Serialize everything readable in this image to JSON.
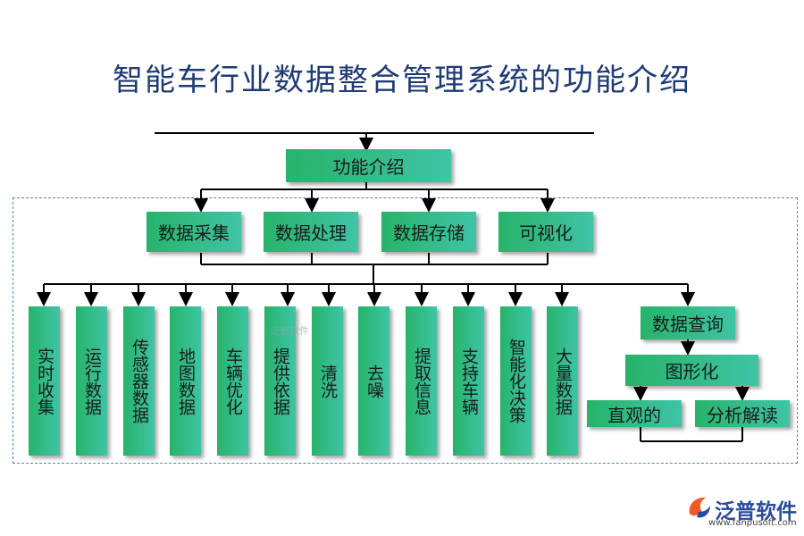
{
  "title": "智能车行业数据整合管理系统的功能介绍",
  "root": "功能介绍",
  "level2": [
    "数据采集",
    "数据处理",
    "数据存储",
    "可视化"
  ],
  "leaves": [
    "实时收集",
    "运行数据",
    "传感器数据",
    "地图数据",
    "车辆优化",
    "提供依据",
    "清洗",
    "去噪",
    "提取信息",
    "支持车辆",
    "智能化决策",
    "大量数据"
  ],
  "right_chain": {
    "query": "数据查询",
    "graph": "图形化",
    "direct": "直观的",
    "analyze": "分析解读"
  },
  "watermark": "泛普软件",
  "logo": {
    "name": "泛普软件",
    "url": "www.fanpusoft.com"
  },
  "colors": {
    "box_start": "#27b36a",
    "box_end": "#3fc4a6",
    "title": "#1f3b73",
    "frame": "#5b7fc2"
  }
}
